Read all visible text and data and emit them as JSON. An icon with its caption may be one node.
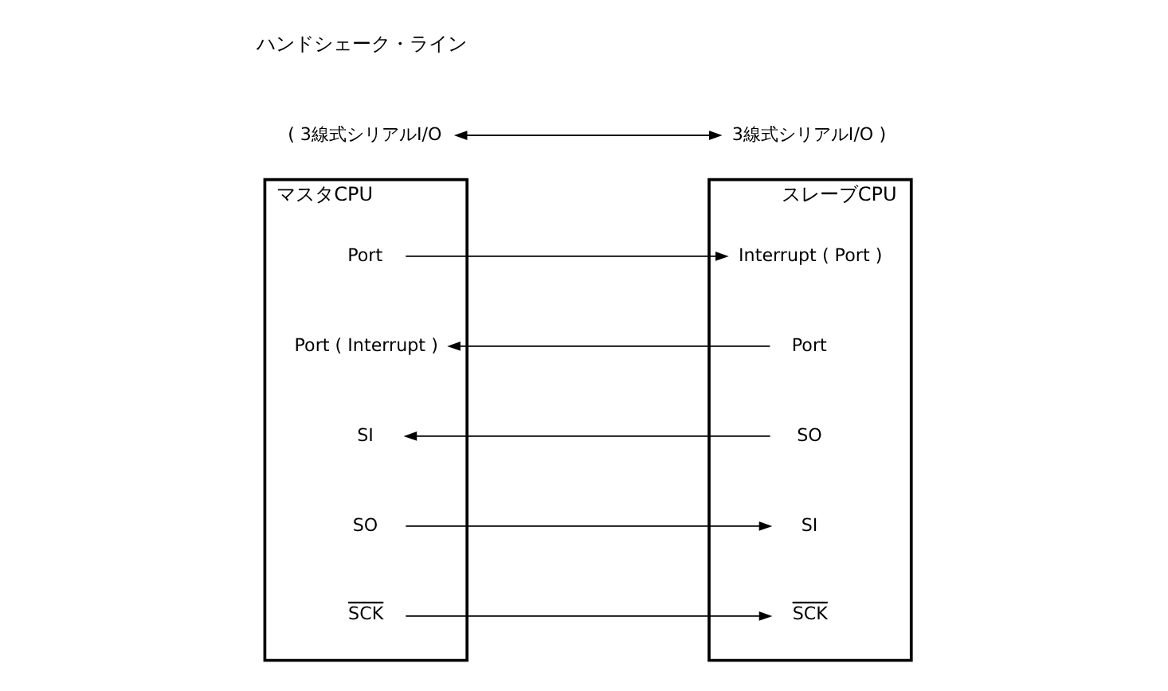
{
  "diagram": {
    "nodes": [
      {
        "text": [
          "マスタCPU"
        ]
      },
      {
        "text": [
          "SCK"
        ],
        "in": 0
      },
      {
        "text": [
          "SO"
        ],
        "in": 0
      },
      {
        "text": [
          "SI"
        ],
        "in": 0
      },
      {
        "text": [
          "Port ( Interrupt )"
        ],
        "in": 0
      },
      {
        "text": [
          "Port"
        ],
        "in": 0
      },
      {
        "text": [
          "スレーブCPU"
        ]
      },
      {
        "text": [
          "SCK"
        ],
        "in": 6
      },
      {
        "text": [
          "SI"
        ],
        "in": 6
      },
      {
        "text": [
          "SO"
        ],
        "in": 6
      },
      {
        "text": [
          "Port"
        ],
        "in": 6
      },
      {
        "text": [
          "Interrupt ( Port )"
        ],
        "in": 6
      },
      {
        "text": [
          "( 3線式シリアルI/O"
        ]
      },
      {
        "text": [
          "3線式シリアルI/O )"
        ]
      }
    ],
    "edges": [
      {
        "from": 1,
        "to": 7,
        "arrow": "to"
      },
      {
        "from": 2,
        "to": 8,
        "arrow": "to"
      },
      {
        "from": 9,
        "to": 3,
        "arrow": "to"
      },
      {
        "from": 10,
        "to": 4,
        "arrow": "to"
      },
      {
        "from": 5,
        "to": 11,
        "arrow": "to"
      },
      {
        "from": 12,
        "to": 13,
        "arrow": "both"
      }
    ],
    "labels": [
      "ハンドシェーク・ライン"
    ]
  }
}
